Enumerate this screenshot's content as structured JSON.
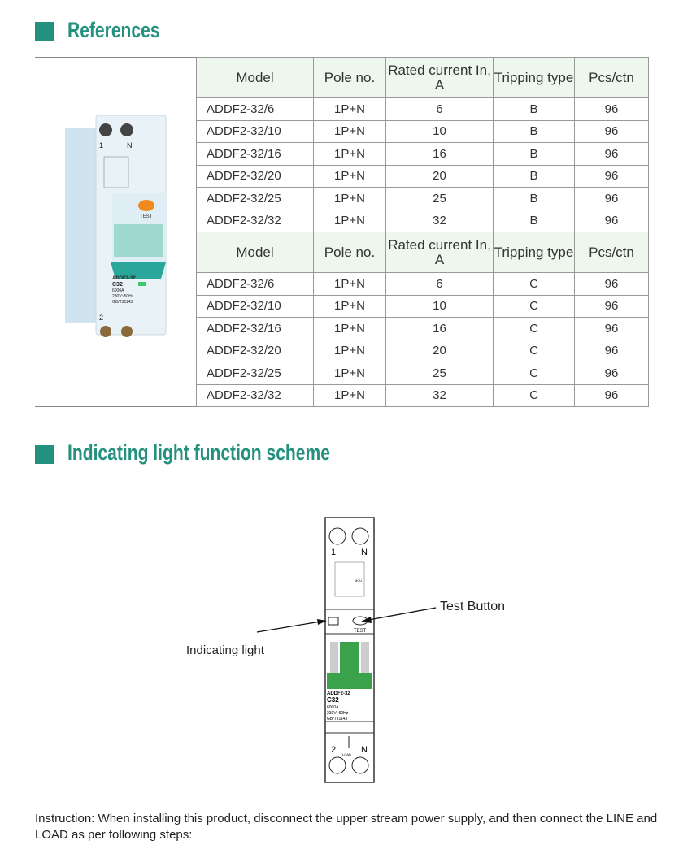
{
  "sections": {
    "references": "References",
    "scheme": "Indicating light function scheme"
  },
  "table": {
    "headers": [
      "Model",
      "Pole no.",
      "Rated current In, A",
      "Tripping type",
      "Pcs/ctn"
    ],
    "groups": [
      {
        "rows": [
          [
            "ADDF2-32/6",
            "1P+N",
            "6",
            "B",
            "96"
          ],
          [
            "ADDF2-32/10",
            "1P+N",
            "10",
            "B",
            "96"
          ],
          [
            "ADDF2-32/16",
            "1P+N",
            "16",
            "B",
            "96"
          ],
          [
            "ADDF2-32/20",
            "1P+N",
            "20",
            "B",
            "96"
          ],
          [
            "ADDF2-32/25",
            "1P+N",
            "25",
            "B",
            "96"
          ],
          [
            "ADDF2-32/32",
            "1P+N",
            "32",
            "B",
            "96"
          ]
        ]
      },
      {
        "rows": [
          [
            "ADDF2-32/6",
            "1P+N",
            "6",
            "C",
            "96"
          ],
          [
            "ADDF2-32/10",
            "1P+N",
            "10",
            "C",
            "96"
          ],
          [
            "ADDF2-32/16",
            "1P+N",
            "16",
            "C",
            "96"
          ],
          [
            "ADDF2-32/20",
            "1P+N",
            "20",
            "C",
            "96"
          ],
          [
            "ADDF2-32/25",
            "1P+N",
            "25",
            "C",
            "96"
          ],
          [
            "ADDF2-32/32",
            "1P+N",
            "32",
            "C",
            "96"
          ]
        ]
      }
    ]
  },
  "device": {
    "terminal1": "1",
    "terminalN": "N",
    "terminal2": "2",
    "load": "LOAD",
    "test": "TEST",
    "model": "ADDF2-32",
    "rating": "C32",
    "breaking": "6000A",
    "voltage": "230V~50Hz",
    "standard": "GB/T31143",
    "mcu": "MCU"
  },
  "scheme_labels": {
    "test_button": "Test Button",
    "indicating_light": "Indicating light"
  },
  "instruction": "Instruction: When installing this product, disconnect the upper stream power supply, and then connect the LINE and LOAD as per following steps:",
  "colors": {
    "accent": "#24917f",
    "green": "#3aa24a"
  }
}
